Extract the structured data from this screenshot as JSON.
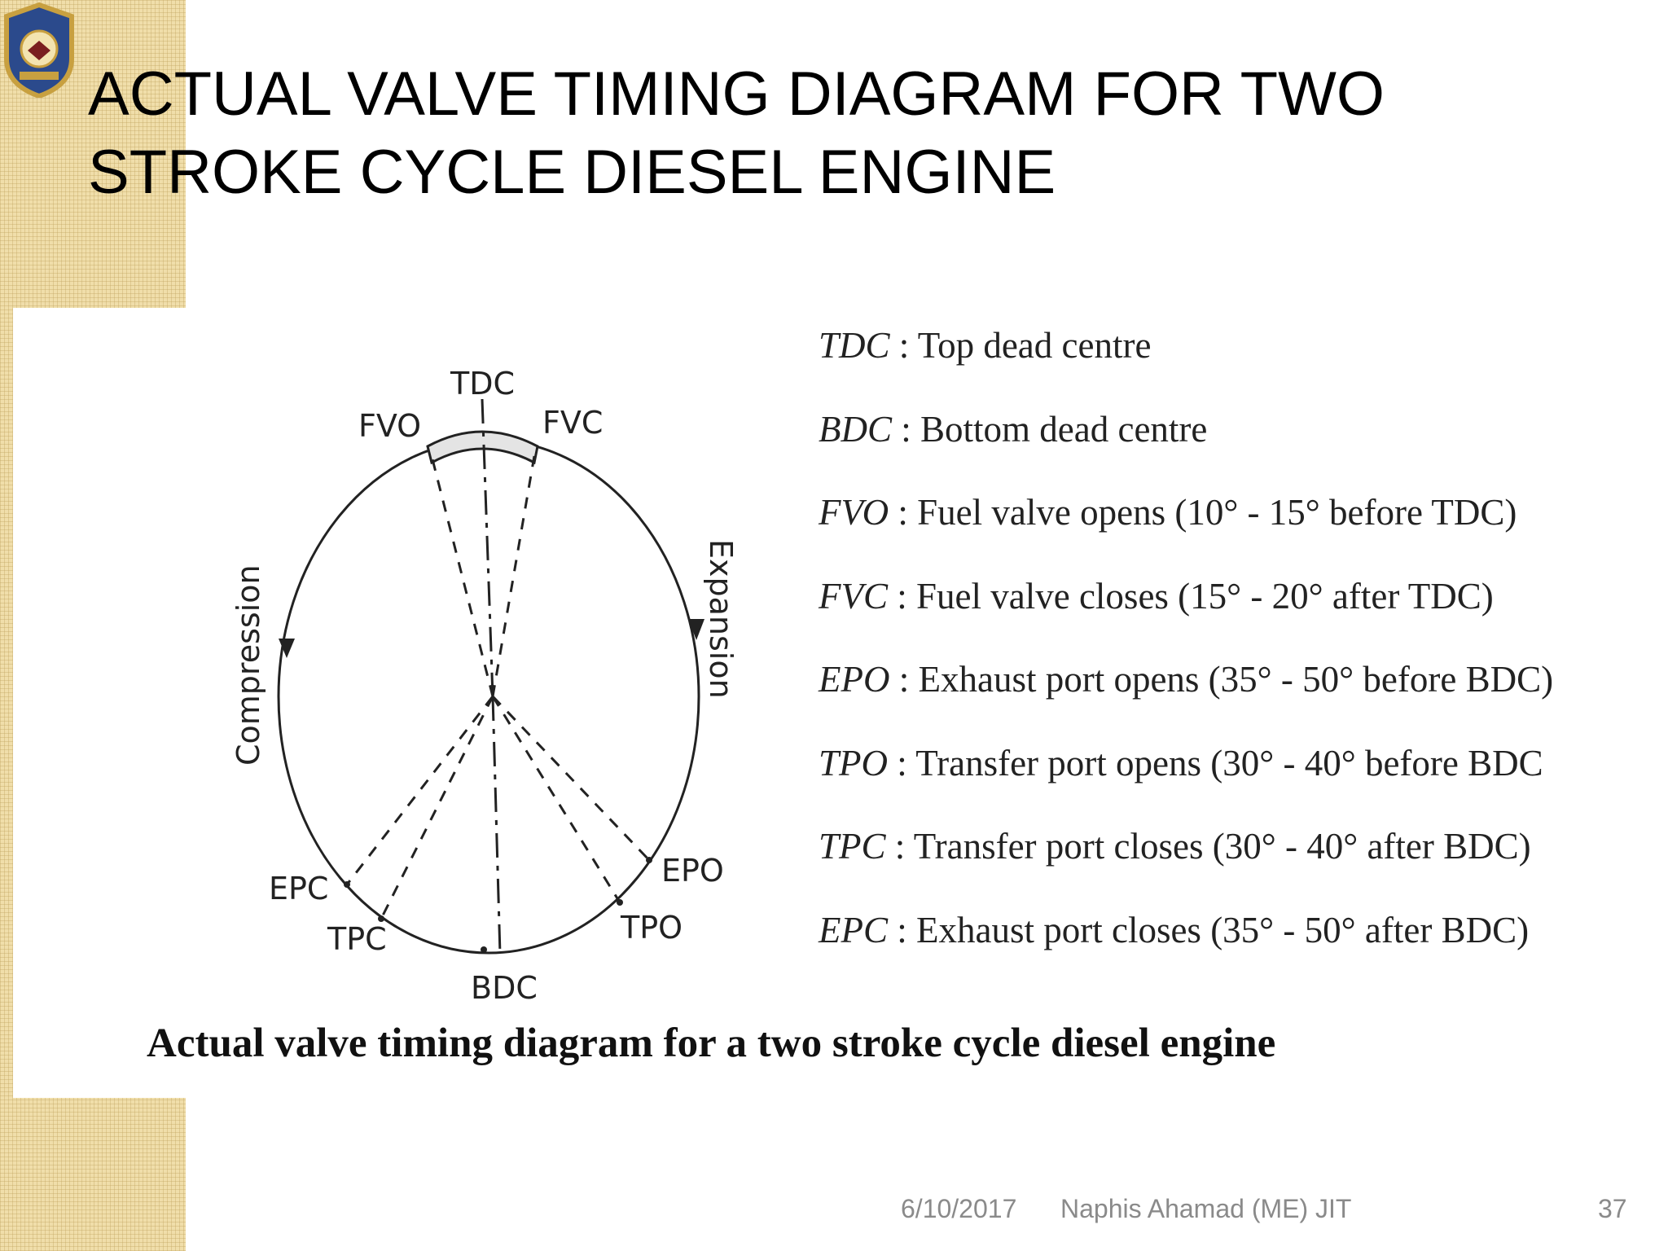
{
  "slide": {
    "title_lines": [
      "ACTUAL VALVE TIMING DIAGRAM FOR TWO",
      "STROKE CYCLE DIESEL ENGINE"
    ],
    "footer": {
      "date": "6/10/2017",
      "author": "Naphis Ahamad (ME) JIT",
      "page": "37"
    }
  },
  "diagram": {
    "points": {
      "tdc": "TDC",
      "bdc": "BDC",
      "fvo": "FVO",
      "fvc": "FVC",
      "epo": "EPO",
      "tpo": "TPO",
      "epc": "EPC",
      "tpc": "TPC"
    },
    "arc_labels": {
      "compression": "Compression",
      "expansion": "Expansion"
    }
  },
  "legend": [
    {
      "abbr": "TDC",
      "desc": " : Top dead centre"
    },
    {
      "abbr": "BDC",
      "desc": " : Bottom dead centre"
    },
    {
      "abbr": "FVO",
      "desc": " : Fuel valve opens (10° - 15° before TDC)"
    },
    {
      "abbr": "FVC",
      "desc": " : Fuel valve closes (15° - 20° after TDC)"
    },
    {
      "abbr": "EPO",
      "desc": " : Exhaust port opens (35° - 50° before BDC)"
    },
    {
      "abbr": "TPO",
      "desc": " : Transfer port opens (30° - 40° before BDC"
    },
    {
      "abbr": "TPC",
      "desc": " : Transfer port closes (30° - 40° after BDC)"
    },
    {
      "abbr": "EPC",
      "desc": " : Exhaust port closes (35° - 50° after BDC)"
    }
  ],
  "caption": "Actual valve timing diagram for a two stroke cycle diesel engine",
  "colors": {
    "side_strip": "#f0deaa",
    "logo_shield": "#2b4a8c",
    "logo_border": "#c8a040",
    "footer_text": "#8a8a8a"
  }
}
